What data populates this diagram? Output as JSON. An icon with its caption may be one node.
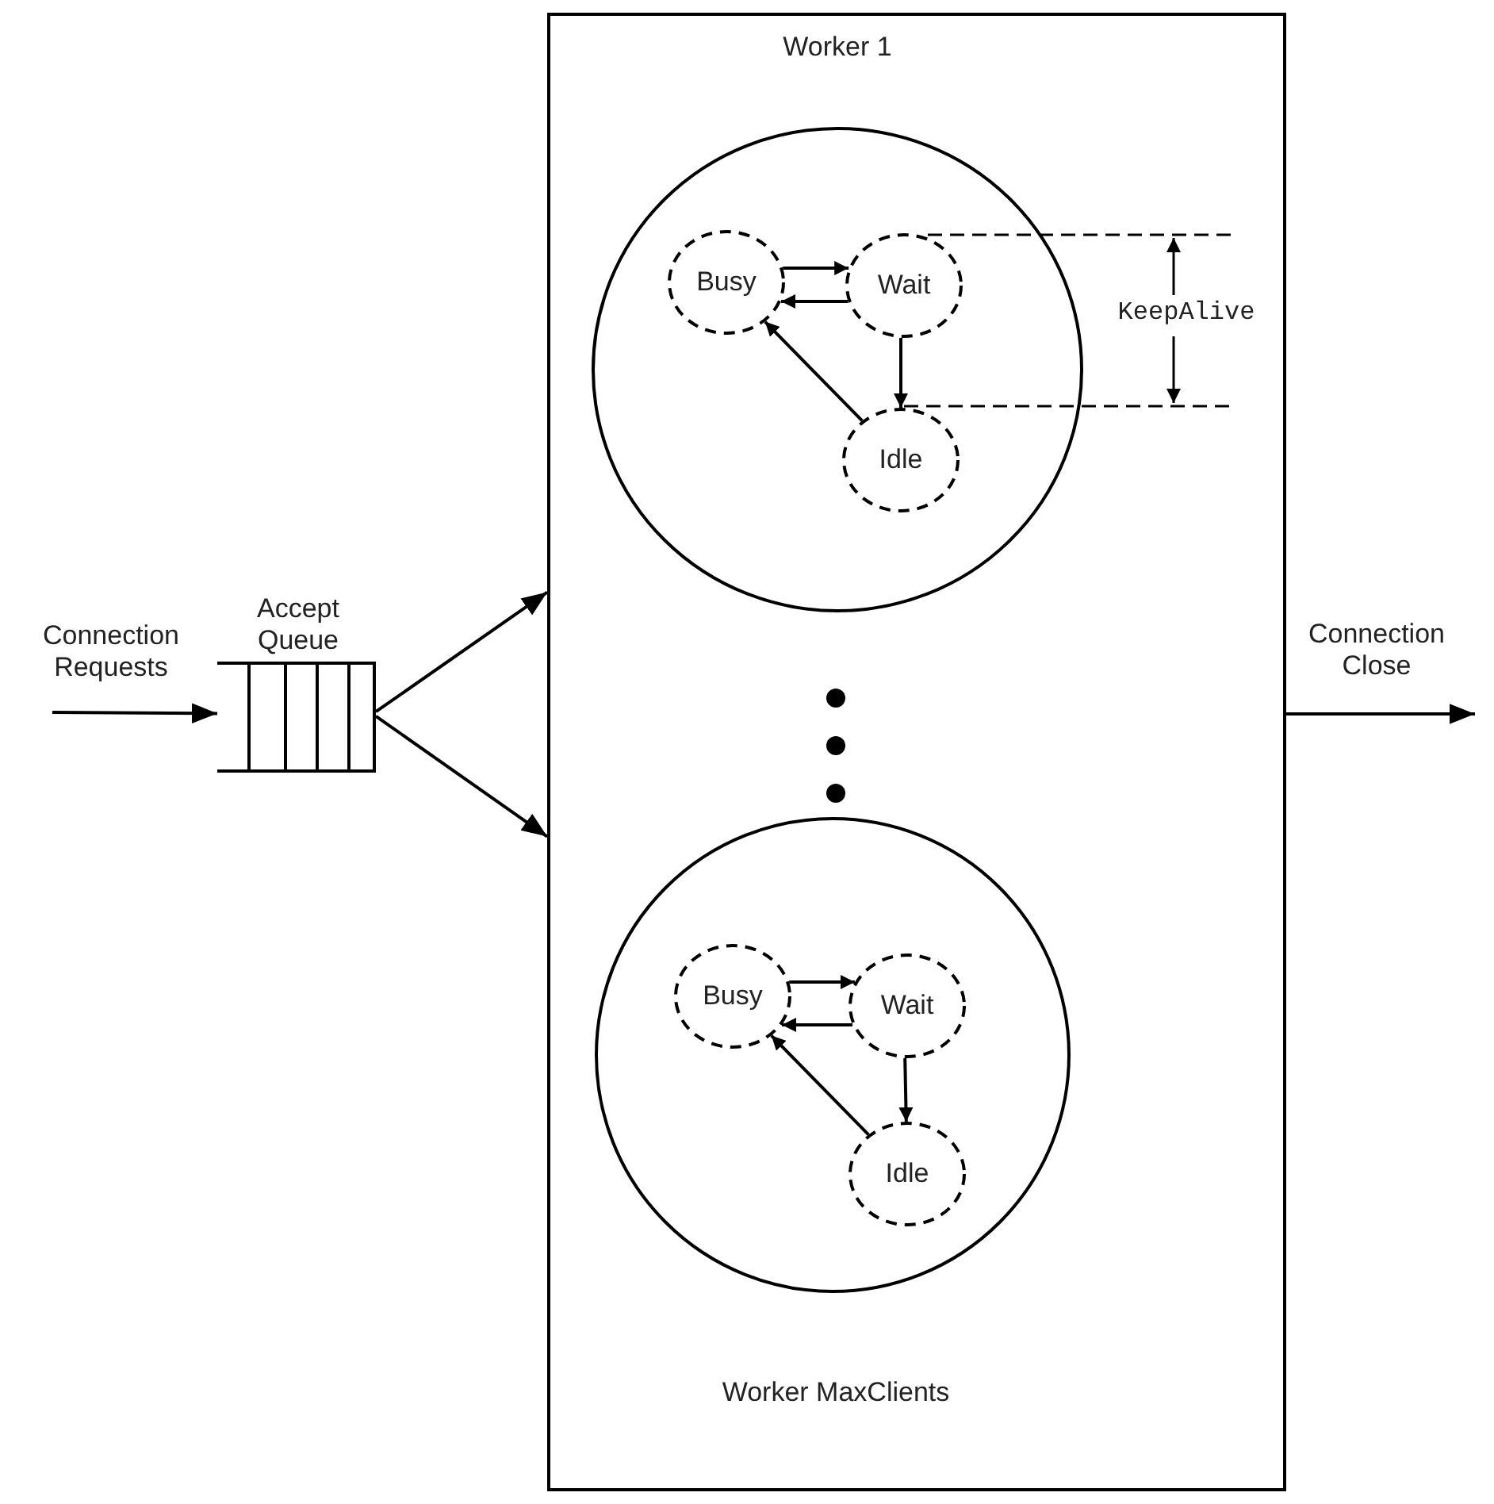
{
  "diagram": {
    "nodes": [
      {
        "text": [
          "Accept Queue"
        ]
      },
      {
        "text": [],
        "shape": "box"
      },
      {
        "text": [
          "Worker 1"
        ],
        "in": 1
      },
      {
        "text": [
          "Busy"
        ],
        "in": 2
      },
      {
        "text": [
          "Wait"
        ],
        "in": 2
      },
      {
        "text": [
          "Idle"
        ],
        "in": 2
      },
      {
        "text": [
          "Worker MaxClients"
        ],
        "in": 1
      },
      {
        "text": [
          "Busy"
        ],
        "in": 6
      },
      {
        "text": [
          "Wait"
        ],
        "in": 6
      },
      {
        "text": [
          "Idle"
        ],
        "in": 6
      }
    ],
    "edges": [
      {
        "from": null,
        "to": 0,
        "arrow": "to",
        "label": "Connection Requests"
      },
      {
        "from": 0,
        "to": 1,
        "arrow": "to"
      },
      {
        "from": 0,
        "to": 1,
        "arrow": "to"
      },
      {
        "from": 3,
        "to": 4,
        "arrow": "to"
      },
      {
        "from": 4,
        "to": 3,
        "arrow": "to"
      },
      {
        "from": 4,
        "to": 5,
        "arrow": "to"
      },
      {
        "from": 5,
        "to": 3,
        "arrow": "to"
      },
      {
        "from": 7,
        "to": 8,
        "arrow": "to"
      },
      {
        "from": 8,
        "to": 7,
        "arrow": "to"
      },
      {
        "from": 8,
        "to": 9,
        "arrow": "to"
      },
      {
        "from": 9,
        "to": 7,
        "arrow": "to"
      },
      {
        "from": 1,
        "to": null,
        "arrow": "to",
        "label": "Connection Close"
      }
    ],
    "labels": [
      "KeepAlive"
    ]
  }
}
